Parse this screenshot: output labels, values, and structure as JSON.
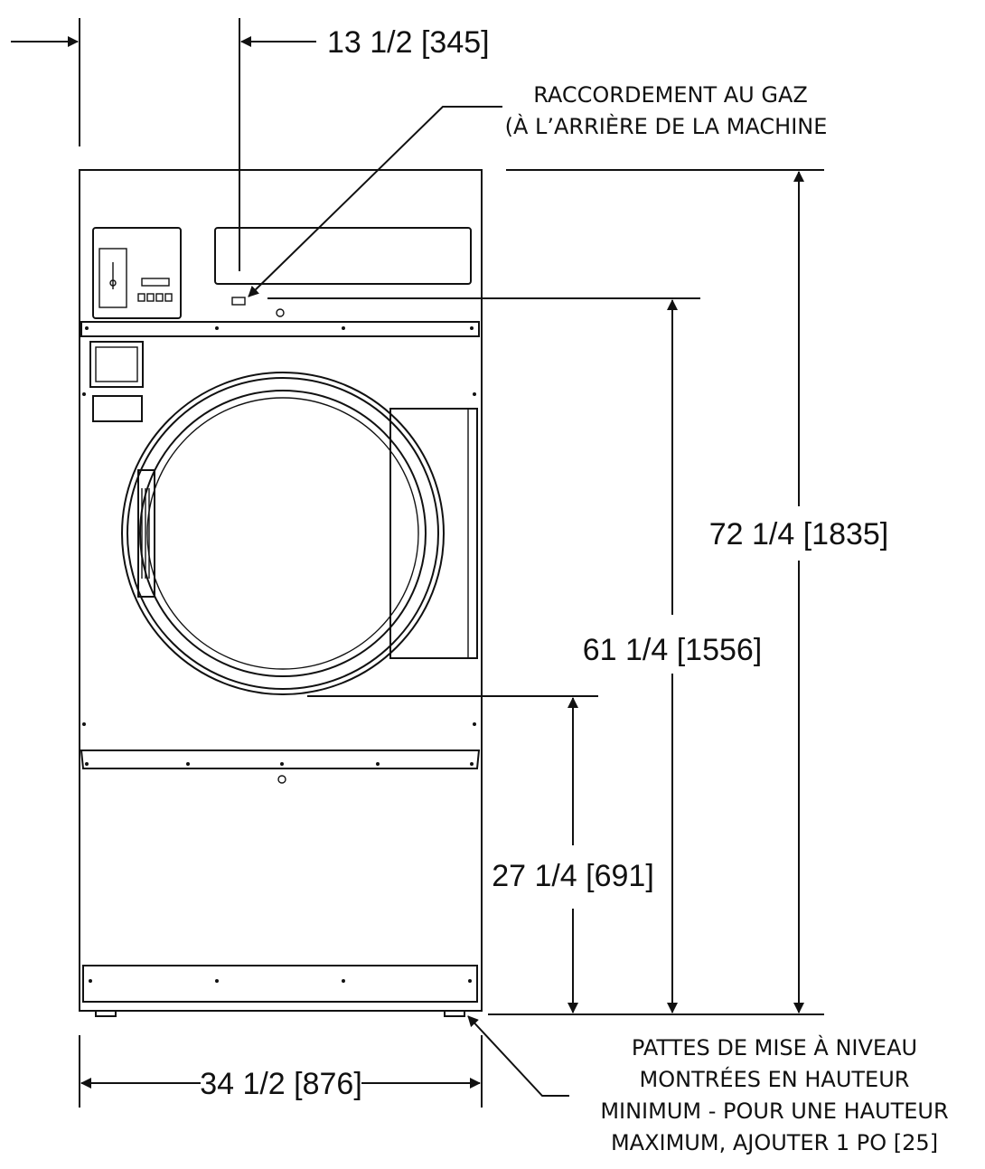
{
  "dimensions": {
    "gas_offset": "13 1/2 [345]",
    "total_height": "72 1/4 [1835]",
    "gas_height": "61 1/4 [1556]",
    "door_height": "27 1/4 [691]",
    "width": "34 1/2 [876]"
  },
  "notes": {
    "gas_connection": [
      "RACCORDEMENT AU GAZ",
      "(À L’ARRIÈRE DE LA MACHINE"
    ],
    "leveling_legs": [
      "PATTES DE MISE À NIVEAU",
      "MONTRÉES EN HAUTEUR",
      "MINIMUM - POUR UNE HAUTEUR",
      "MAXIMUM, AJOUTER 1 PO [25]"
    ]
  }
}
